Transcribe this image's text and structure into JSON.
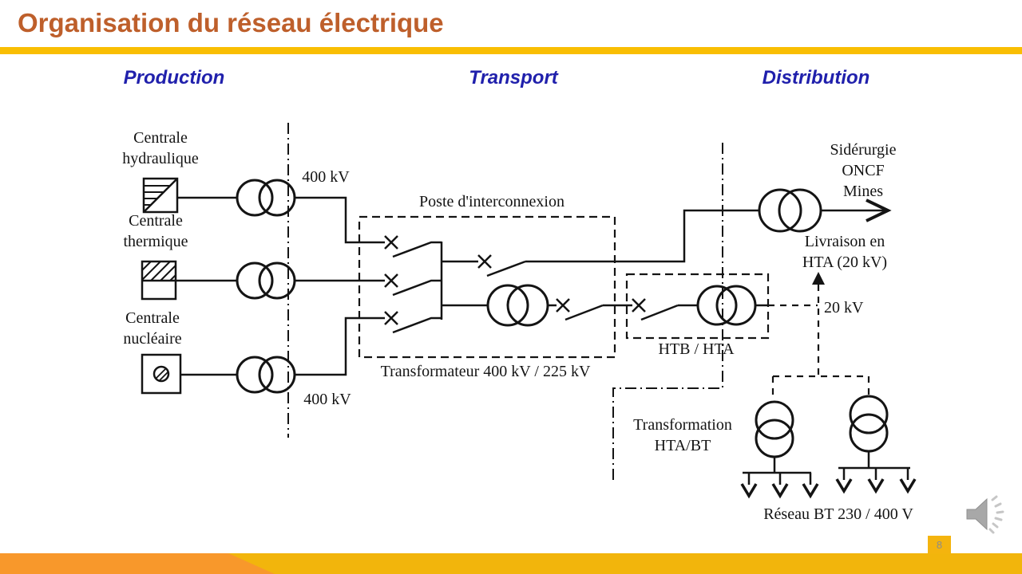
{
  "slide": {
    "title": "Organisation du réseau électrique",
    "page_number": "8"
  },
  "headers": {
    "production": "Production",
    "transport": "Transport",
    "distribution": "Distribution"
  },
  "diagram": {
    "plants": {
      "hydraulique": [
        "Centrale",
        "hydraulique"
      ],
      "thermique": [
        "Centrale",
        "thermique"
      ],
      "nucleaire": [
        "Centrale",
        "nucléaire"
      ]
    },
    "voltages": {
      "kv400_top": "400 kV",
      "kv400_bottom": "400 kV",
      "kv20": "20 kV"
    },
    "poste_interconnexion": "Poste d'interconnexion",
    "transformateur": "Transformateur 400 kV / 225 kV",
    "htb_hta": "HTB / HTA",
    "siderurgie": [
      "Sidérurgie",
      "ONCF",
      "Mines"
    ],
    "livraison": [
      "Livraison en",
      "HTA (20 kV)"
    ],
    "transformation": [
      "Transformation",
      "HTA/BT"
    ],
    "reseau_bt": "Réseau BT 230 / 400 V"
  },
  "icons": {
    "speaker": "audio-speaker-icon"
  },
  "colors": {
    "title": "#BE5F2B",
    "header_blue": "#2020AC",
    "rule_gold": "#F9BE03",
    "bar_orange": "#F8982B",
    "bar_gold": "#F2B50C",
    "tab_gold": "#F4B40E",
    "line": "#141414"
  }
}
